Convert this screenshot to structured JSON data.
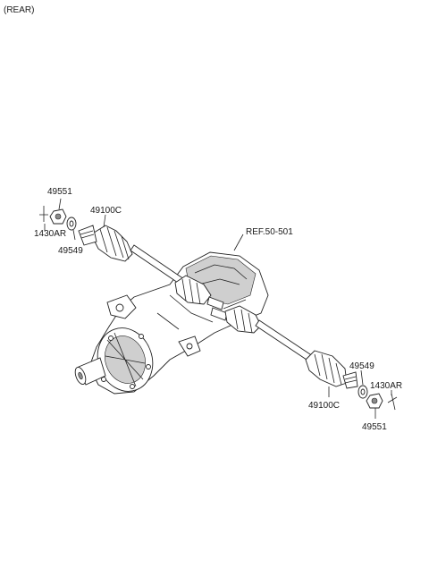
{
  "header": {
    "title": "(REAR)"
  },
  "callouts": {
    "left_49551": "49551",
    "left_1430AR": "1430AR",
    "left_49549": "49549",
    "left_49100C": "49100C",
    "ref": "REF.50-501",
    "right_49549": "49549",
    "right_1430AR": "1430AR",
    "right_49100C": "49100C",
    "right_49551": "49551"
  }
}
